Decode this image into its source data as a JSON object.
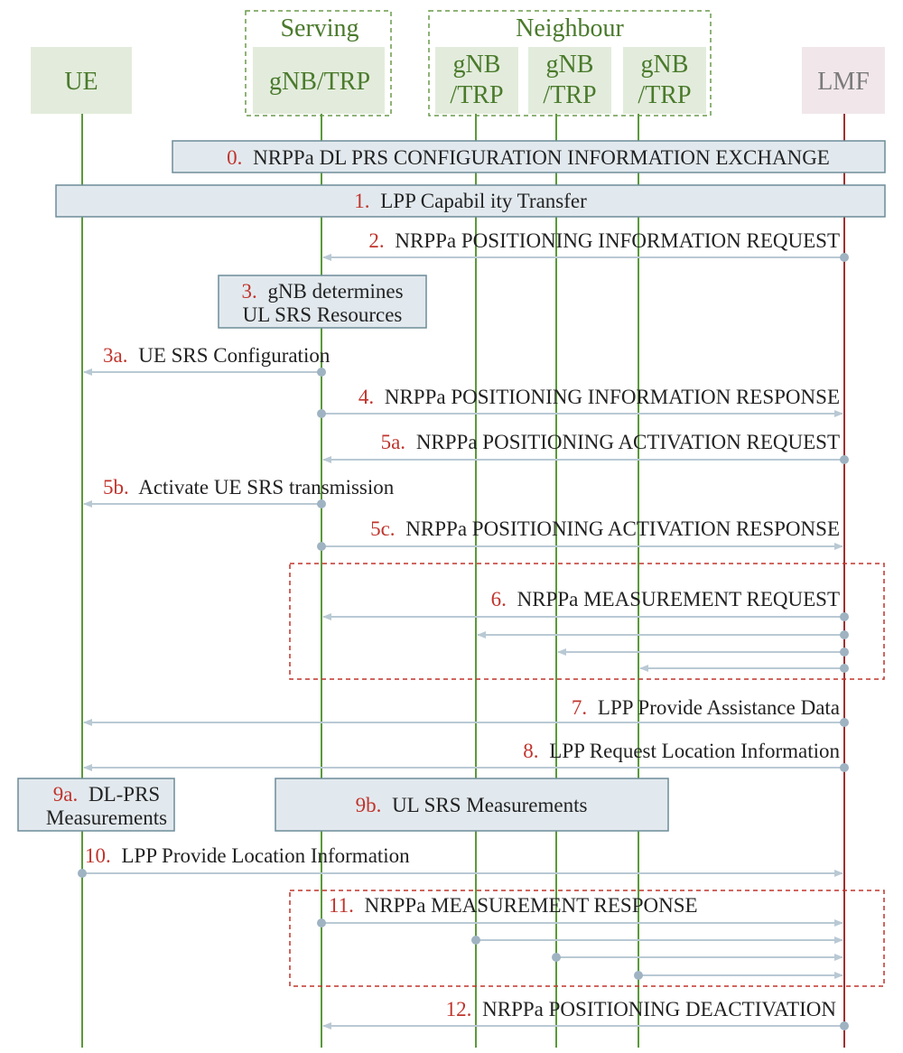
{
  "colors": {
    "green_text": "#4a7a2c",
    "green_line": "#5a9a3a",
    "actor_fill": "#e3ecdc",
    "lmf_fill": "#f1e6ea",
    "lmf_line": "#a03030",
    "red_text": "#c0342c",
    "dark_text": "#222222",
    "box_fill": "#e2e9ee",
    "box_stroke": "#6d8c98",
    "arrow": "#b9c9d4",
    "dot": "#9fb3c2",
    "dashed_green": "#6a9a4a",
    "dashed_red": "#c0342c"
  },
  "groups": {
    "serving": "Serving",
    "neighbour": "Neighbour"
  },
  "actors": {
    "ue": "UE",
    "serving": "gNB/TRP",
    "n1_line1": "gNB",
    "n1_line2": "/TRP",
    "n2_line1": "gNB",
    "n2_line2": "/TRP",
    "n3_line1": "gNB",
    "n3_line2": "/TRP",
    "lmf": "LMF"
  },
  "steps": {
    "s0": {
      "num": "0.",
      "text": "NRPPa DL PRS CONFIGURATION INFORMATION EXCHANGE"
    },
    "s1": {
      "num": "1.",
      "text": "LPP Capabil ity Transfer"
    },
    "s2": {
      "num": "2.",
      "text": "NRPPa POSITIONING INFORMATION REQUEST"
    },
    "s3": {
      "num": "3.",
      "text": "gNB determines",
      "text2": "UL SRS Resources"
    },
    "s3a": {
      "num": "3a.",
      "text": "UE SRS Configuration"
    },
    "s4": {
      "num": "4.",
      "text": "NRPPa POSITIONING INFORMATION RESPONSE"
    },
    "s5a": {
      "num": "5a.",
      "text": "NRPPa POSITIONING ACTIVATION REQUEST"
    },
    "s5b": {
      "num": "5b.",
      "text": "Activate UE SRS transmission"
    },
    "s5c": {
      "num": "5c.",
      "text": "NRPPa POSITIONING ACTIVATION RESPONSE"
    },
    "s6": {
      "num": "6.",
      "text": "NRPPa MEASUREMENT REQUEST"
    },
    "s7": {
      "num": "7.",
      "text": "LPP Provide Assistance Data"
    },
    "s8": {
      "num": "8.",
      "text": "LPP Request Location Information"
    },
    "s9a": {
      "num": "9a.",
      "text": "DL-PRS",
      "text2": "Measurements"
    },
    "s9b": {
      "num": "9b.",
      "text": "UL SRS Measurements"
    },
    "s10": {
      "num": "10.",
      "text": "LPP Provide Location Information"
    },
    "s11": {
      "num": "11.",
      "text": "NRPPa MEASUREMENT RESPONSE"
    },
    "s12": {
      "num": "12.",
      "text": "NRPPa POSITIONING DEACTIVATION"
    }
  }
}
